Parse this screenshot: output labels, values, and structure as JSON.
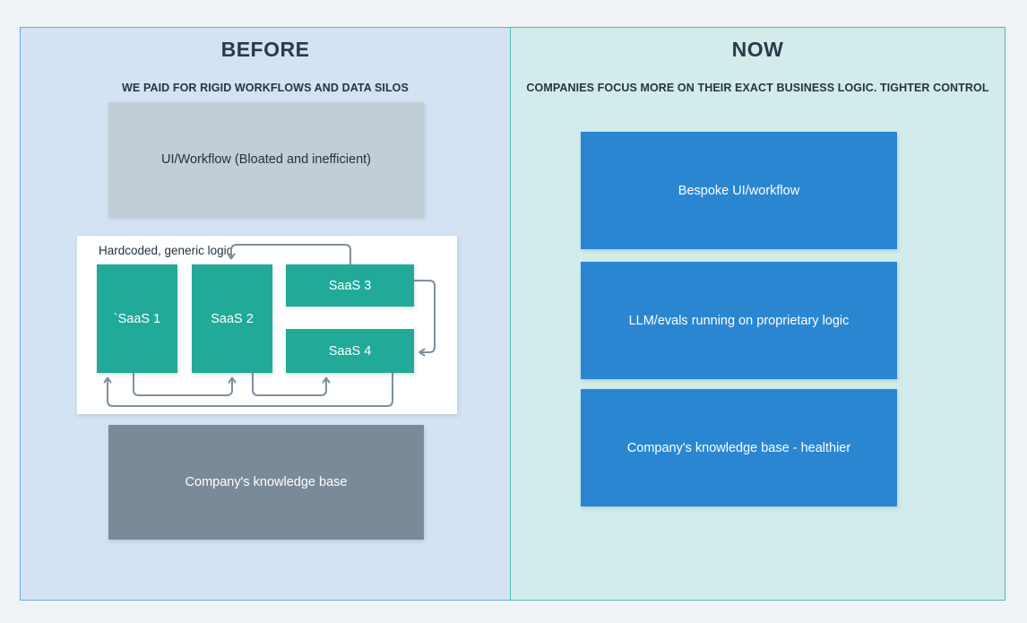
{
  "page": {
    "background_color": "#eff3f6"
  },
  "panels": {
    "before": {
      "title": "BEFORE",
      "subtitle": "WE PAID FOR RIGID WORKFLOWS AND DATA SILOS",
      "background_color": "#d3e3f3",
      "border_color": "#6aa8e0",
      "ui_workflow": {
        "label": "UI/Workflow (Bloated and inefficient)",
        "color": "#c2ced6"
      },
      "logic_group": {
        "label": "Hardcoded, generic logic",
        "background_color": "#ffffff",
        "connector_color": "#7f8f9e",
        "saas_color": "#21aa98",
        "items": [
          {
            "label": "`SaaS 1"
          },
          {
            "label": "SaaS 2"
          },
          {
            "label": "SaaS 3"
          },
          {
            "label": "SaaS 4"
          }
        ]
      },
      "knowledge_base": {
        "label": "Company's knowledge base",
        "color": "#7b8a99"
      }
    },
    "now": {
      "title": "NOW",
      "subtitle": "COMPANIES FOCUS MORE ON THEIR EXACT BUSINESS LOGIC. TIGHTER CONTROL",
      "background_color": "#d1ecea",
      "border_color": "#4cbdb4",
      "box_color": "#2a86d1",
      "boxes": [
        {
          "label": "Bespoke UI/workflow"
        },
        {
          "label": "LLM/evals running on proprietary logic"
        },
        {
          "label": "Company's knowledge base - healthier"
        }
      ]
    }
  }
}
